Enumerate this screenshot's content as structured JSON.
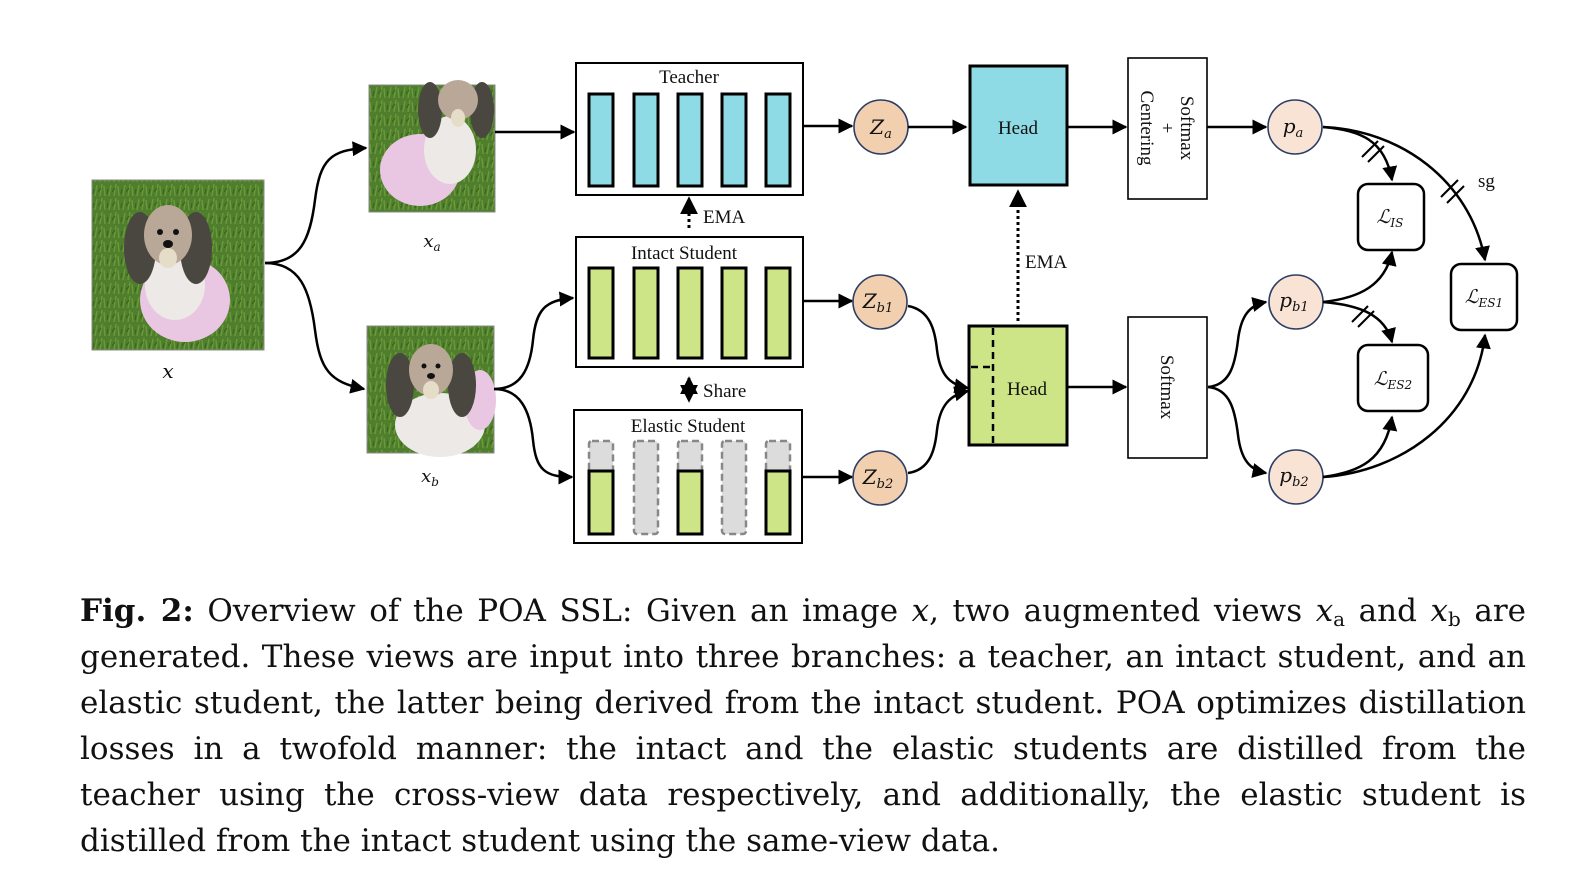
{
  "figure": {
    "images": {
      "original": {
        "label": "x"
      },
      "view_a": {
        "label": "x",
        "label_sub": "a"
      },
      "view_b": {
        "label": "x",
        "label_sub": "b"
      }
    },
    "branches": {
      "teacher": {
        "title": "Teacher",
        "blocks": 5,
        "color": "#8fdbe5"
      },
      "intact_student": {
        "title": "Intact Student",
        "blocks": 5,
        "color": "#cde587"
      },
      "elastic_student": {
        "title": "Elastic Student",
        "active_blocks": [
          1,
          3,
          5
        ],
        "inactive_blocks": [
          2,
          4
        ],
        "active_color": "#cde587",
        "inactive_color": "#dcdcdc"
      }
    },
    "edge_labels": {
      "ema_backbone": "EMA",
      "share": "Share",
      "ema_head": "EMA",
      "stop_grad": "sg"
    },
    "features": {
      "za": {
        "main": "Z",
        "sub": "a"
      },
      "zb1": {
        "main": "Z",
        "sub": "b1"
      },
      "zb2": {
        "main": "Z",
        "sub": "b2"
      },
      "color": "#f2cfae"
    },
    "heads": {
      "teacher_head": {
        "label": "Head",
        "color": "#8fdbe5"
      },
      "student_head": {
        "label": "Head",
        "color": "#cde587"
      }
    },
    "softmax": {
      "teacher": {
        "line1": "Softmax",
        "line2": "+",
        "line3": "Centering"
      },
      "student": {
        "line1": "Softmax"
      }
    },
    "probs": {
      "pa": {
        "main": "p",
        "sub": "a"
      },
      "pb1": {
        "main": "p",
        "sub": "b1"
      },
      "pb2": {
        "main": "p",
        "sub": "b2"
      },
      "color": "#f9e3d5"
    },
    "losses": {
      "lis": {
        "main": "ℒ",
        "sub": "IS"
      },
      "les1": {
        "main": "ℒ",
        "sub": "ES1"
      },
      "les2": {
        "main": "ℒ",
        "sub": "ES2"
      }
    }
  },
  "caption": {
    "label": "Fig. 2:",
    "t1": " Overview of the POA SSL: Given an image ",
    "x": "x",
    "t2": ", two augmented views ",
    "xa_sub": "a",
    "t3": " and ",
    "xb_sub": "b",
    "t4": " are generated. These views are input into three branches: a teacher, an intact student, and an elastic student, the latter being derived from the intact student. POA optimizes distillation losses in a twofold manner: the intact and the elastic students are distilled from the teacher using the cross-view data respectively, and additionally, the elastic student is distilled from the intact student using the same-view data."
  }
}
